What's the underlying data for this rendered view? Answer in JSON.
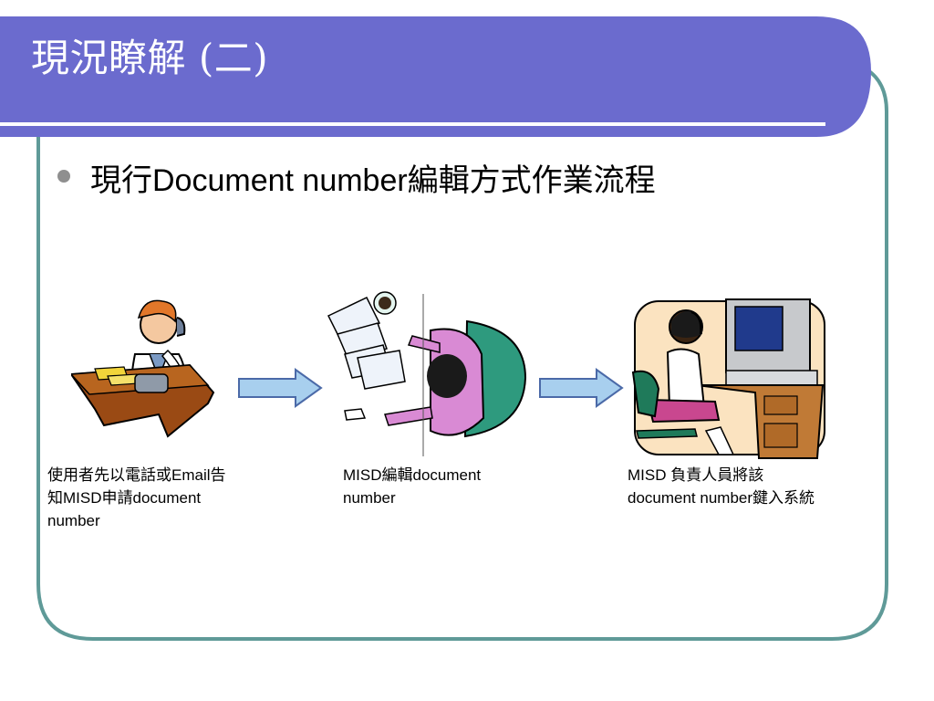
{
  "slide": {
    "title": "現況瞭解 (二)",
    "bullet": "現行Document number編輯方式作業流程"
  },
  "steps": [
    {
      "caption_line1": "使用者先以電話或Email告",
      "caption_line2": "知MISD申請document",
      "caption_line3": "number"
    },
    {
      "caption_line1": "MISD編輯document",
      "caption_line2": "number"
    },
    {
      "caption_line1": "MISD 負責人員將該",
      "caption_line2": "document number鍵入系統"
    }
  ],
  "colors": {
    "title_band": "#6b6bce",
    "frame_stroke": "#5f9a98",
    "arrow_fill": "#a8cfee",
    "arrow_stroke": "#4b6aa8"
  }
}
